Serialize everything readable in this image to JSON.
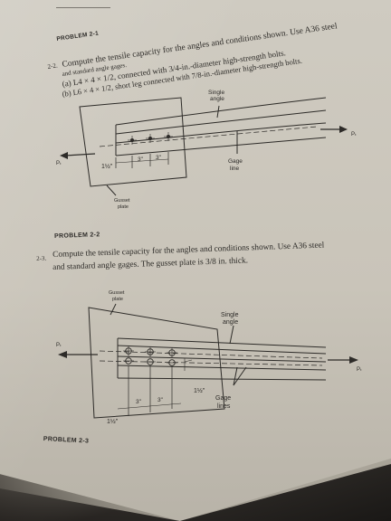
{
  "problem_2_1": {
    "label": "PROBLEM 2-1"
  },
  "problem_2_2": {
    "number": "2-2.",
    "line1": "Compute the tensile capacity for the angles and conditions shown. Use A36 steel",
    "line2": "and standard angle gages.",
    "item_a": "(a) L4 × 4 × 1/2, connected with 3/4-in.-diameter high-strength bolts.",
    "item_b": "(b) L6 × 4 × 1/2, short leg connected with 7/8-in.-diameter high-strength bolts.",
    "figure": {
      "single_angle": [
        "Single",
        "angle"
      ],
      "gage_line": [
        "Gage",
        "line"
      ],
      "gusset_plate": [
        "Gusset",
        "plate"
      ],
      "load_left": "Pₜ",
      "load_right": "Pₜ",
      "dim_edge": "1½\"",
      "dim_space1": "3\"",
      "dim_space2": "3\""
    },
    "label": "PROBLEM 2-2"
  },
  "problem_2_3": {
    "number": "2-3.",
    "line1": "Compute the tensile capacity for the angles and conditions shown. Use A36 steel",
    "line2": "and standard angle gages. The gusset plate is 3/8 in. thick.",
    "figure": {
      "gusset_plate": [
        "Gusset",
        "plate"
      ],
      "single_angle": [
        "Single",
        "angle"
      ],
      "gage_lines": [
        "Gage",
        "lines"
      ],
      "load_left": "Pₜ",
      "load_right": "Pₜ",
      "dim_space1": "3\"",
      "dim_space2": "3\"",
      "dim_edge_bottom": "1½\"",
      "dim_gage": "1½\""
    },
    "label": "PROBLEM 2-3"
  }
}
